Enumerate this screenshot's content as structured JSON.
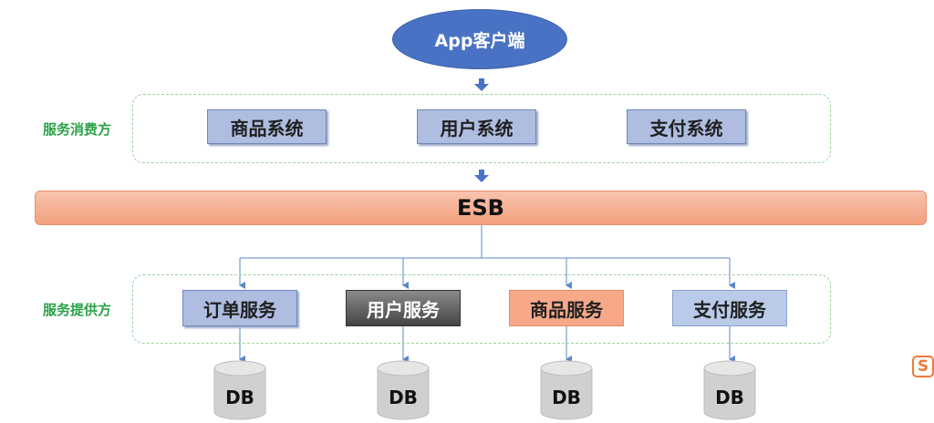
{
  "client": {
    "label": "App客户端"
  },
  "consumer_group": {
    "label": "服务消费方",
    "systems": [
      "商品系统",
      "用户系统",
      "支付系统"
    ]
  },
  "esb": {
    "label": "ESB"
  },
  "provider_group": {
    "label": "服务提供方",
    "services": [
      "订单服务",
      "用户服务",
      "商品服务",
      "支付服务"
    ]
  },
  "databases": [
    "DB",
    "DB",
    "DB",
    "DB"
  ],
  "logo": {
    "text": "S"
  },
  "colors": {
    "client": "#4a72c4",
    "esb": "#f3a07f",
    "group_border": "#9bd39b",
    "group_label": "#2aa246",
    "connector": "#5b87c9"
  }
}
